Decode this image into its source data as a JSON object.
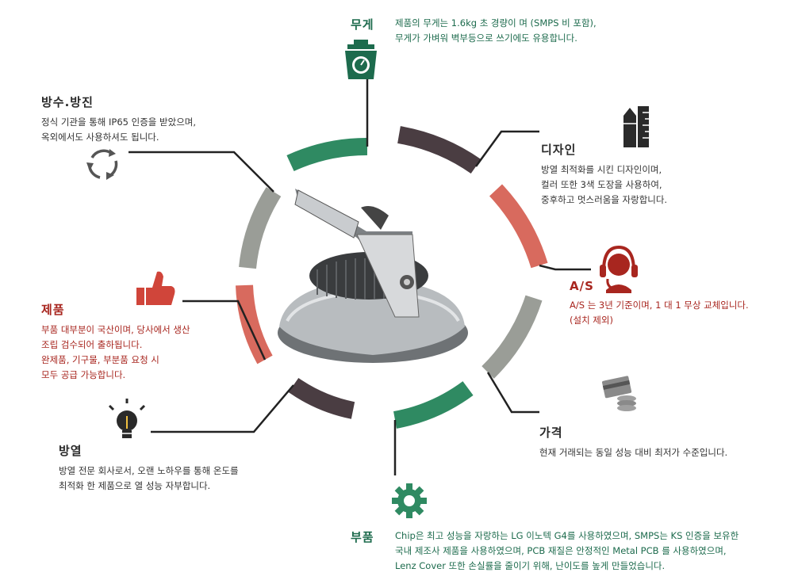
{
  "colors": {
    "green": "#2f8a62",
    "darkgreen": "#1d6b4d",
    "red": "#d86a5e",
    "darkred": "#a8261f",
    "gray": "#9a9d97",
    "plum": "#4a3d42",
    "line": "#222222"
  },
  "items": {
    "weight": {
      "title": "무게",
      "lines": [
        "제품의 무게는 1.6kg 초 경량이 며 (SMPS 비 포함),",
        "무게가 가벼워 벽부등으로 쓰기에도 유용합니다."
      ],
      "icon": "scale-icon"
    },
    "design": {
      "title": "디자인",
      "lines": [
        "방열 최적화를 시킨 디자인이며,",
        "컬러 또한 3색 도장을 사용하여,",
        "중후하고 멋스러움을 자랑합니다."
      ],
      "icon": "pencil-ruler-icon"
    },
    "as": {
      "title": "A/S",
      "lines": [
        "A/S 는 3년 기준이며, 1 대 1 무상 교체입니다.",
        "(설치 제외)"
      ],
      "icon": "headset-icon"
    },
    "price": {
      "title": "가격",
      "lines": [
        "현재 거래되는 동일 성능 대비 최저가 수준입니다."
      ],
      "icon": "card-coins-icon"
    },
    "parts": {
      "title": "부품",
      "lines": [
        "Chip은 최고 성능을 자랑하는 LG 이노텍 G4를 사용하였으며,  SMPS는 KS 인증을 보유한",
        "국내 제조사 제품을 사용하였으며, PCB 재질은 안정적인 Metal PCB 를 사용하였으며,",
        "Lenz Cover 또한 손실률을 줄이기 위해, 난이도를 높게 만들었습니다."
      ],
      "icon": "gear-icon"
    },
    "heat": {
      "title": "방열",
      "lines": [
        "방열 전문 회사로서, 오랜 노하우를 통해 온도를",
        "최적화 한 제품으로 열 성능 자부합니다."
      ],
      "icon": "lightbulb-icon"
    },
    "product": {
      "title": "제품",
      "lines": [
        "부품 대부분이 국산이며, 당사에서 생산",
        "조립 검수되어 출하됩니다.",
        "완제품, 기구물, 부분품 요청 시",
        "모두 공급 가능합니다."
      ],
      "icon": "thumbs-up-icon"
    },
    "waterproof": {
      "title": "방수.방진",
      "lines": [
        "정식 기관을 통해 IP65 인증을 받았으며,",
        "옥외에서도 사용하셔도 됩니다."
      ],
      "icon": "recycle-icon"
    }
  }
}
